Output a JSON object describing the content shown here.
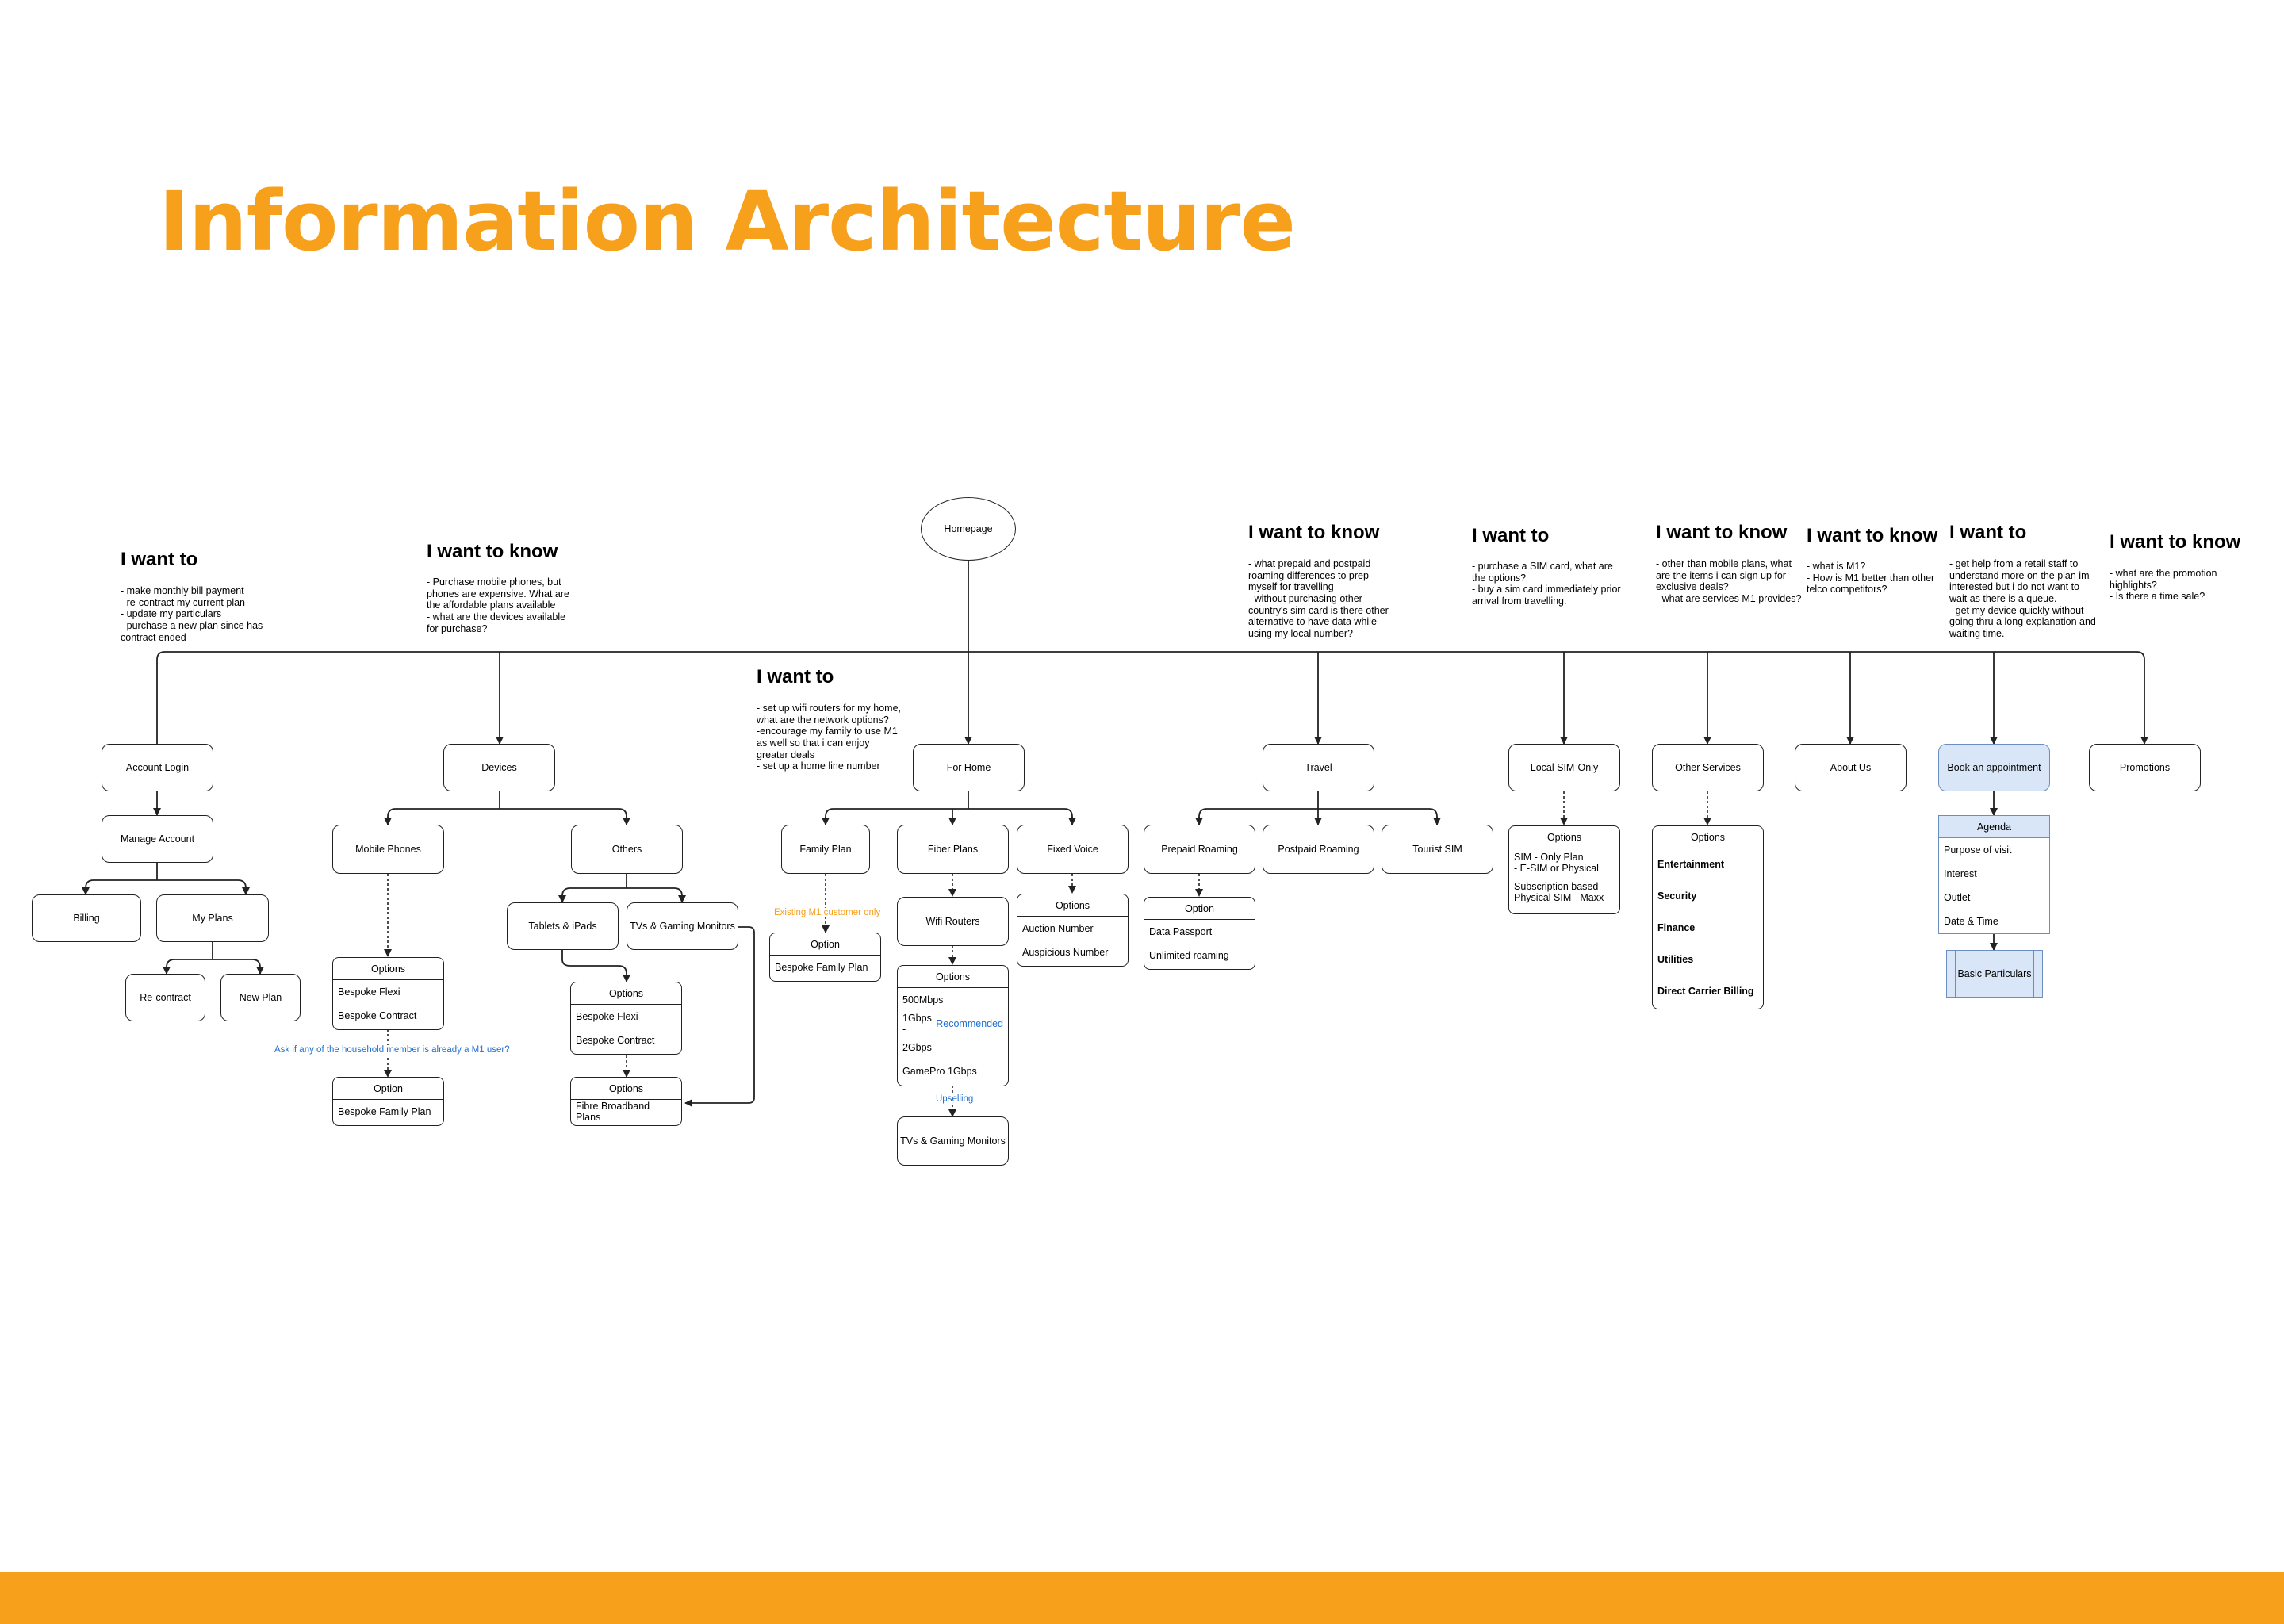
{
  "title": "Information Architecture",
  "colors": {
    "accent": "#F7A01C",
    "highlight": "#D8E6F8",
    "link": "#1F6FD0"
  },
  "root": "Homepage",
  "goals": [
    {
      "heading": "I want to",
      "text": "- make monthly bill payment\n- re-contract my current plan\n- update my particulars\n- purchase a new plan since has contract ended"
    },
    {
      "heading": "I want to know",
      "text": "- Purchase mobile phones, but phones are expensive. What are the affordable plans available\n- what are the devices available for purchase?"
    },
    {
      "heading": "I want to",
      "text": "- set up wifi routers for my home, what are the network options?\n-encourage my family to use M1 as well so that i can enjoy greater deals\n- set up a home line number"
    },
    {
      "heading": "I want to know",
      "text": "- what prepaid and postpaid roaming differences to prep myself for travelling\n- without purchasing other country's sim card is there other alternative to have data while using my local number?"
    },
    {
      "heading": "I want to",
      "text": "- purchase a SIM card, what are the options?\n- buy a sim card immediately prior arrival from travelling."
    },
    {
      "heading": "I want to know",
      "text": "- other than mobile plans, what are the items i can sign up for exclusive deals?\n- what are services M1 provides?"
    },
    {
      "heading": "I want to know",
      "text": "- what is M1?\n- How is M1 better than other telco competitors?"
    },
    {
      "heading": "I want to",
      "text": "- get help from a retail staff to understand more on the plan im interested but i do not want to wait as there is a queue.\n- get my device quickly without going thru a long explanation and waiting time."
    },
    {
      "heading": "I want to know",
      "text": "- what are the promotion highlights?\n- Is there a time sale?"
    }
  ],
  "nodes": {
    "account_login": "Account Login",
    "manage_account": "Manage Account",
    "billing": "Billing",
    "my_plans": "My Plans",
    "recontract": "Re-contract",
    "new_plan": "New Plan",
    "devices": "Devices",
    "mobile_phones": "Mobile Phones",
    "others": "Others",
    "tablets": "Tablets & iPads",
    "tvs_gaming": "TVs & Gaming Monitors",
    "for_home": "For Home",
    "family_plan": "Family Plan",
    "fiber_plans": "Fiber Plans",
    "fixed_voice": "Fixed Voice",
    "wifi_routers": "Wifi Routers",
    "tvs_gaming_2": "TVs & Gaming Monitors",
    "travel": "Travel",
    "prepaid_roaming": "Prepaid Roaming",
    "postpaid_roaming": "Postpaid Roaming",
    "tourist_sim": "Tourist SIM",
    "local_sim": "Local SIM-Only",
    "other_services": "Other Services",
    "about_us": "About Us",
    "book_appointment": "Book an appointment",
    "promotions": "Promotions",
    "basic_particulars": "Basic Particulars"
  },
  "lists": {
    "mobile_options": {
      "header": "Options",
      "items": [
        "Bespoke Flexi",
        "Bespoke Contract"
      ]
    },
    "mobile_option": {
      "header": "Option",
      "items": [
        "Bespoke Family Plan"
      ]
    },
    "tablet_options": {
      "header": "Options",
      "items": [
        "Bespoke Flexi",
        "Bespoke Contract"
      ]
    },
    "fibre_options": {
      "header": "Options",
      "items": [
        "Fibre Broadband Plans"
      ]
    },
    "family_option": {
      "header": "Option",
      "items": [
        "Bespoke Family Plan"
      ]
    },
    "fiber_options": {
      "header": "Options",
      "items": [
        "500Mbps",
        "1Gbps - ",
        "2Gbps",
        "GamePro 1Gbps"
      ],
      "recommended": "Recommended"
    },
    "voice_options": {
      "header": "Options",
      "items": [
        "Auction Number",
        "Auspicious Number"
      ]
    },
    "roaming_option": {
      "header": "Option",
      "items": [
        "Data Passport",
        "Unlimited roaming"
      ]
    },
    "sim_options": {
      "header": "Options",
      "items": [
        "SIM - Only Plan\n- E-SIM or Physical",
        "Subscription based\nPhysical SIM - Maxx"
      ]
    },
    "services_options": {
      "header": "Options",
      "items": [
        "Entertainment",
        "Security",
        "Finance",
        "Utilities",
        "Direct Carrier Billing"
      ]
    },
    "agenda": {
      "header": "Agenda",
      "items": [
        "Purpose of visit",
        "Interest",
        "Outlet",
        "Date & Time"
      ]
    }
  },
  "labels": {
    "ask_household": "Ask if any of the household member is already a M1 user?",
    "existing_customer": "Existing M1 customer only",
    "upselling": "Upselling"
  }
}
